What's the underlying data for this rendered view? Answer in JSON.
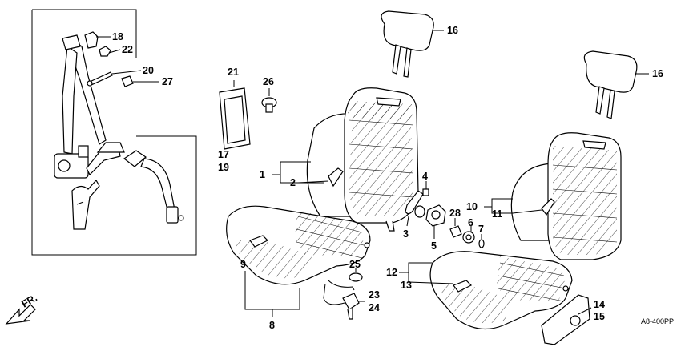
{
  "callouts": [
    {
      "id": "c16a",
      "text": "16"
    },
    {
      "id": "c16b",
      "text": "16"
    },
    {
      "id": "c18",
      "text": "18"
    },
    {
      "id": "c22",
      "text": "22"
    },
    {
      "id": "c20",
      "text": "20"
    },
    {
      "id": "c27",
      "text": "27"
    },
    {
      "id": "c21",
      "text": "21"
    },
    {
      "id": "c26",
      "text": "26"
    },
    {
      "id": "c17",
      "text": "17"
    },
    {
      "id": "c19",
      "text": "19"
    },
    {
      "id": "c1",
      "text": "1"
    },
    {
      "id": "c2",
      "text": "2"
    },
    {
      "id": "c4",
      "text": "4"
    },
    {
      "id": "c3",
      "text": "3"
    },
    {
      "id": "c5",
      "text": "5"
    },
    {
      "id": "c28",
      "text": "28"
    },
    {
      "id": "c6",
      "text": "6"
    },
    {
      "id": "c7",
      "text": "7"
    },
    {
      "id": "c10",
      "text": "10"
    },
    {
      "id": "c11",
      "text": "11"
    },
    {
      "id": "c9",
      "text": "9"
    },
    {
      "id": "c25",
      "text": "25"
    },
    {
      "id": "c23",
      "text": "23"
    },
    {
      "id": "c24",
      "text": "24"
    },
    {
      "id": "c8",
      "text": "8"
    },
    {
      "id": "c12",
      "text": "12"
    },
    {
      "id": "c13",
      "text": "13"
    },
    {
      "id": "c14",
      "text": "14"
    },
    {
      "id": "c15",
      "text": "15"
    }
  ],
  "direction_label": "FR.",
  "diagram_code": "A8-400PP"
}
